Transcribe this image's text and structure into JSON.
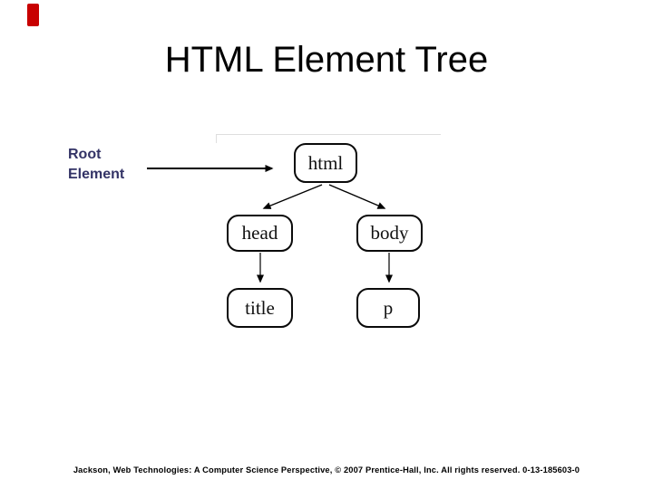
{
  "slide": {
    "title": "HTML Element Tree",
    "footer": "Jackson, Web Technologies: A Computer Science Perspective, © 2007 Prentice-Hall, Inc. All rights reserved. 0-13-185603-0"
  },
  "annotation": {
    "line1": "Root",
    "line2": "Element",
    "points_to": "html"
  },
  "diagram": {
    "type": "tree",
    "root": "html",
    "nodes": [
      {
        "id": "html",
        "label": "html",
        "children": [
          "head",
          "body"
        ]
      },
      {
        "id": "head",
        "label": "head",
        "children": [
          "title"
        ]
      },
      {
        "id": "body",
        "label": "body",
        "children": [
          "p"
        ]
      },
      {
        "id": "title",
        "label": "title",
        "children": []
      },
      {
        "id": "p",
        "label": "p",
        "children": []
      }
    ],
    "edges": [
      {
        "from": "html",
        "to": "head"
      },
      {
        "from": "html",
        "to": "body"
      },
      {
        "from": "head",
        "to": "title"
      },
      {
        "from": "body",
        "to": "p"
      }
    ]
  },
  "colors": {
    "accent_bar": "#c80000",
    "annotation_text": "#333366",
    "title_text": "#000000",
    "node_border": "#0a0a0a",
    "arrow": "#000000",
    "diagram_edge": "#dedede"
  }
}
